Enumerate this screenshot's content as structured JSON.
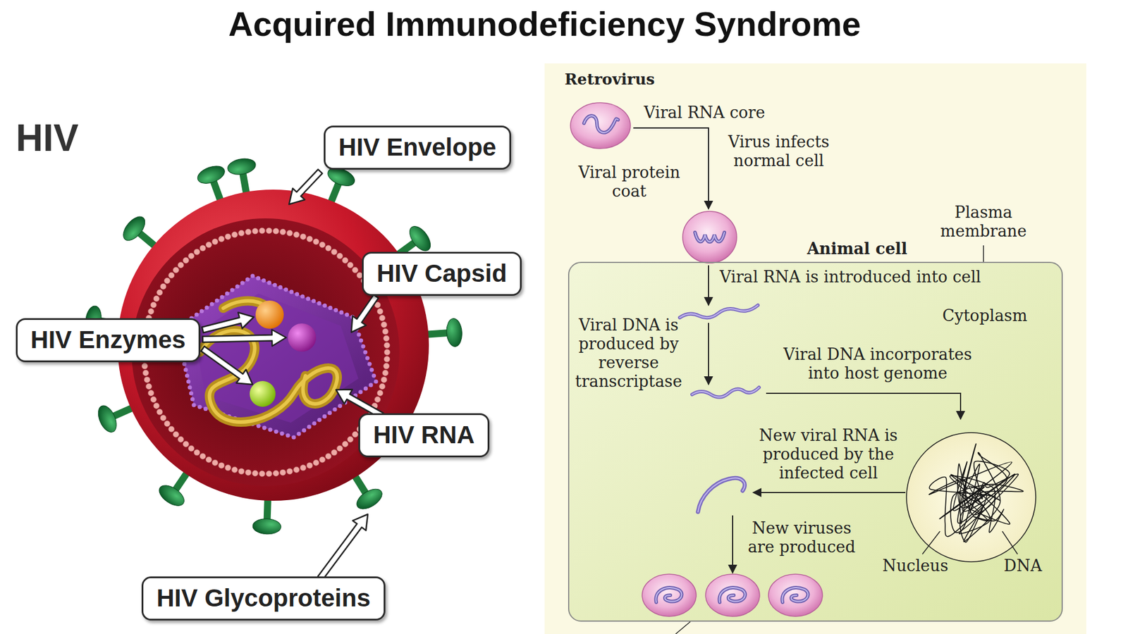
{
  "diagram": {
    "title": "Acquired Immunodeficiency Syndrome",
    "nodes": [
      {
        "text": [
          "HIV Envelope"
        ]
      },
      {
        "text": [
          "HIV Capsid"
        ]
      },
      {
        "text": [
          "HIV Enzymes"
        ]
      },
      {
        "text": [
          "HIV RNA"
        ]
      },
      {
        "text": [
          "HIV Glycoproteins"
        ]
      },
      {
        "text": [
          "Retrovirus"
        ]
      },
      {
        "text": [
          "Animal cell"
        ],
        "in": 5
      }
    ],
    "labels": [
      "HIV",
      "Viral RNA core",
      "Virus infects normal cell",
      "Viral protein coat",
      "Plasma membrane",
      "Viral RNA is introduced into cell",
      "Cytoplasm",
      "Viral DNA is produced by reverse transcriptase",
      "Viral DNA incorporates into host genome",
      "New viral RNA is produced by the infected cell",
      "New viruses are produced",
      "Nucleus",
      "DNA"
    ]
  }
}
